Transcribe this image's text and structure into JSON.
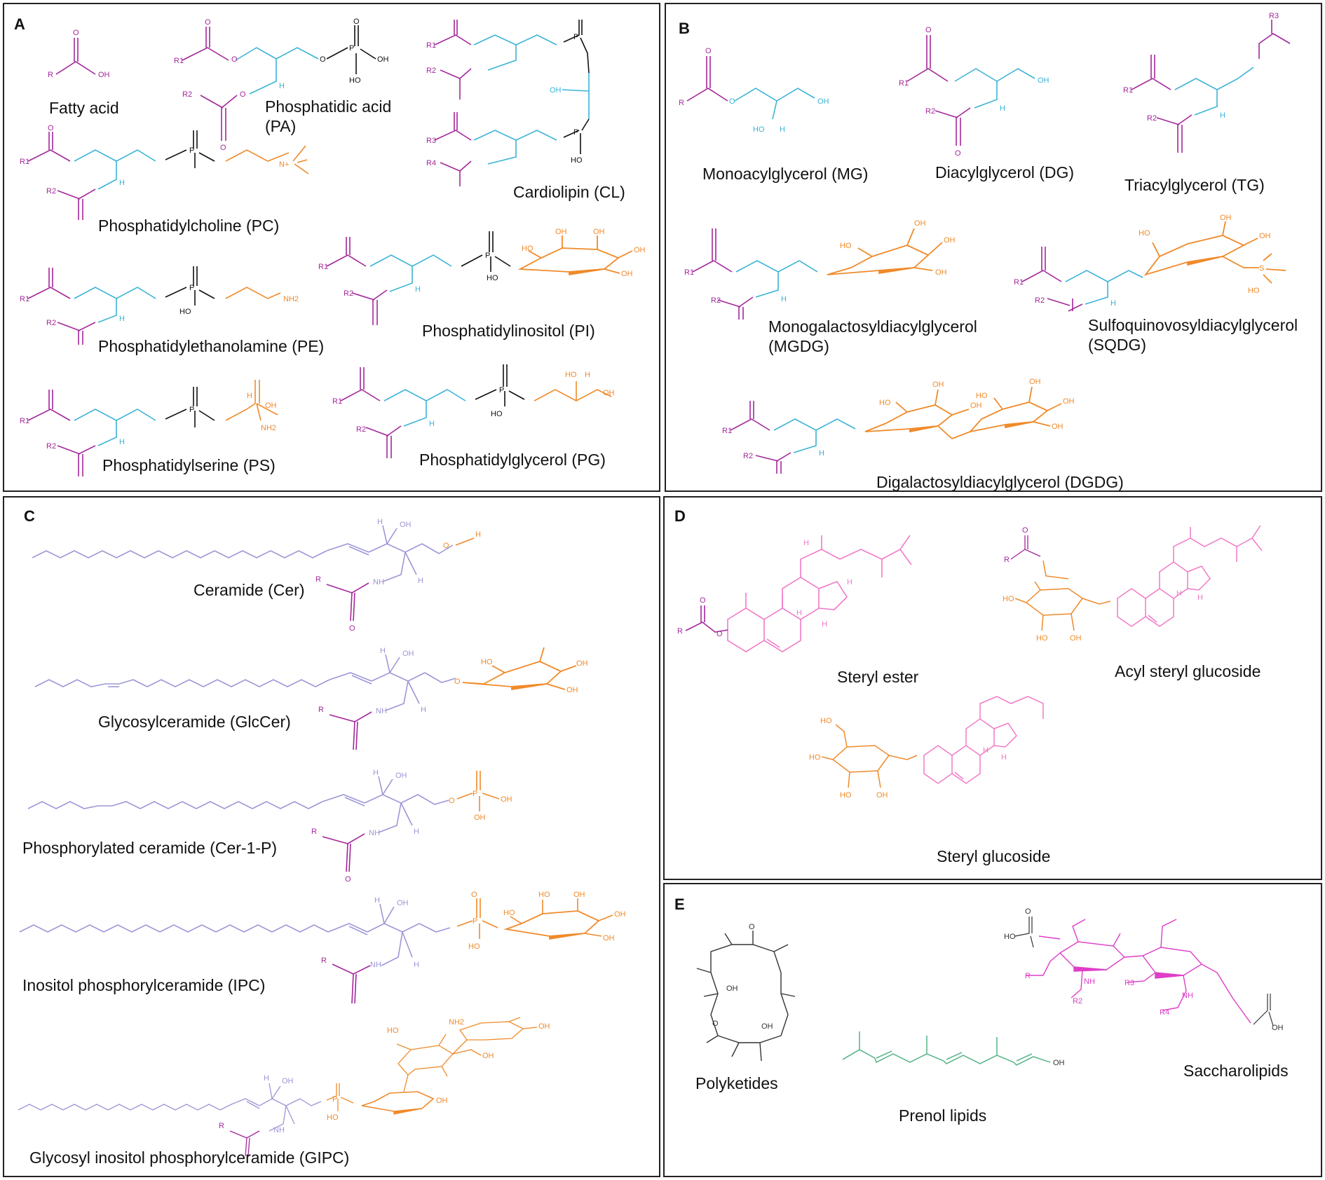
{
  "colors": {
    "acyl": "#a3279a",
    "glycerol": "#3bb3d6",
    "headgroup": "#f08a2a",
    "phosphate": "#111111",
    "sphingoid": "#9c97d6",
    "sterol": "#f07ac8",
    "saccharolipid": "#de3ec8",
    "prenol": "#5fb88e",
    "polyketide": "#333333"
  },
  "atoms": {
    "oxygen": "O",
    "hydroxyl": "OH",
    "hydrogen": "H",
    "phosphorus": "P",
    "amine": "NH",
    "amino": "NH2",
    "ho": "HO",
    "r": "R",
    "r1": "R1",
    "r2": "R2",
    "r3": "R3",
    "r4": "R4",
    "n_plus": "N+",
    "sulfur": "S"
  },
  "panels": {
    "a": {
      "letter": "A",
      "captions": {
        "fa": "Fatty acid",
        "pa_1": "Phosphatidic acid",
        "pa_2": "(PA)",
        "cl": "Cardiolipin (CL)",
        "pc": "Phosphatidylcholine (PC)",
        "pi": "Phosphatidylinositol (PI)",
        "pe": "Phosphatidylethanolamine (PE)",
        "ps": "Phosphatidylserine (PS)",
        "pg": "Phosphatidylglycerol (PG)"
      }
    },
    "b": {
      "letter": "B",
      "captions": {
        "mg": "Monoacylglycerol (MG)",
        "dg": "Diacylglycerol (DG)",
        "tg": "Triacylglycerol (TG)",
        "mgdg_1": "Monogalactosyldiacylglycerol",
        "mgdg_2": "(MGDG)",
        "sqdg_1": "Sulfoquinovosyldiacylglycerol",
        "sqdg_2": "(SQDG)",
        "dgdg": "Digalactosyldiacylglycerol (DGDG)"
      }
    },
    "c": {
      "letter": "C",
      "captions": {
        "cer": "Ceramide (Cer)",
        "glccer": "Glycosylceramide (GlcCer)",
        "cer1p": "Phosphorylated ceramide (Cer-1-P)",
        "ipc": "Inositol phosphorylceramide (IPC)",
        "gipc": "Glycosyl inositol phosphorylceramide (GIPC)"
      }
    },
    "d": {
      "letter": "D",
      "captions": {
        "se": "Steryl ester",
        "asg": "Acyl steryl glucoside",
        "sg": "Steryl glucoside"
      }
    },
    "e": {
      "letter": "E",
      "captions": {
        "pk": "Polyketides",
        "sl": "Saccharolipids",
        "pl": "Prenol lipids"
      }
    }
  }
}
